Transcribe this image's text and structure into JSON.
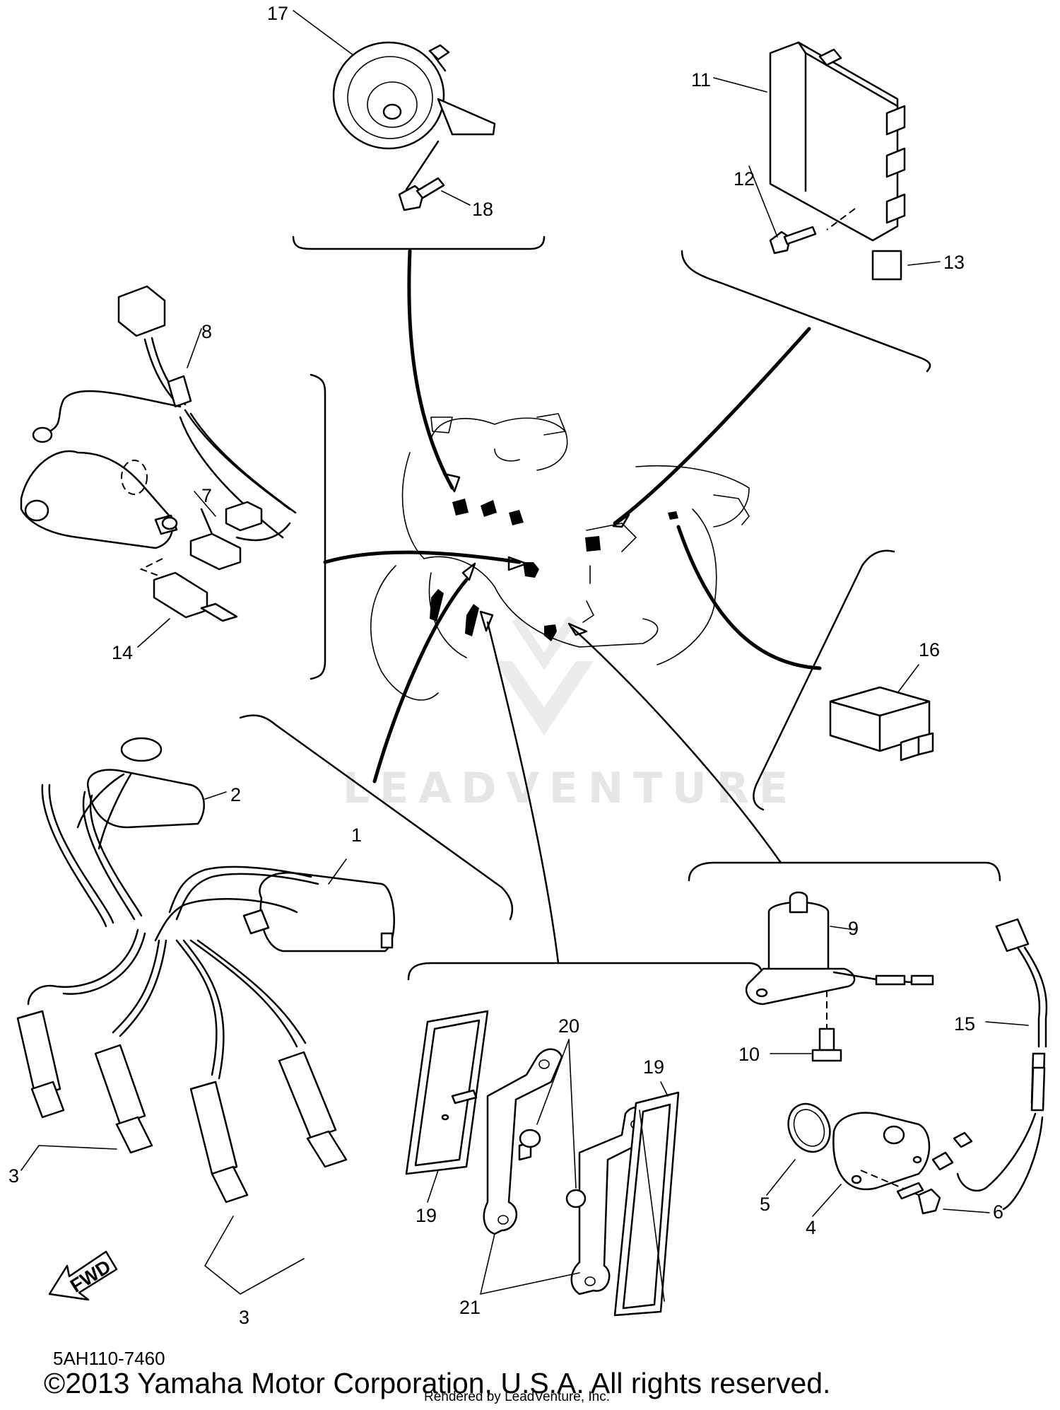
{
  "diagram": {
    "watermark": "LEADVENTURE",
    "fwd_label": "FWD",
    "diagram_code": "5AH110-7460",
    "copyright": "©2013 Yamaha Motor Corporation, U.S.A. All rights reserved.",
    "rendered_by": "Rendered by LeadVenture, Inc."
  },
  "callouts": [
    "17",
    "18",
    "11",
    "12",
    "13",
    "8",
    "7",
    "14",
    "16",
    "2",
    "1",
    "3",
    "3",
    "9",
    "10",
    "15",
    "5",
    "4",
    "6",
    "20",
    "19",
    "19",
    "21"
  ]
}
